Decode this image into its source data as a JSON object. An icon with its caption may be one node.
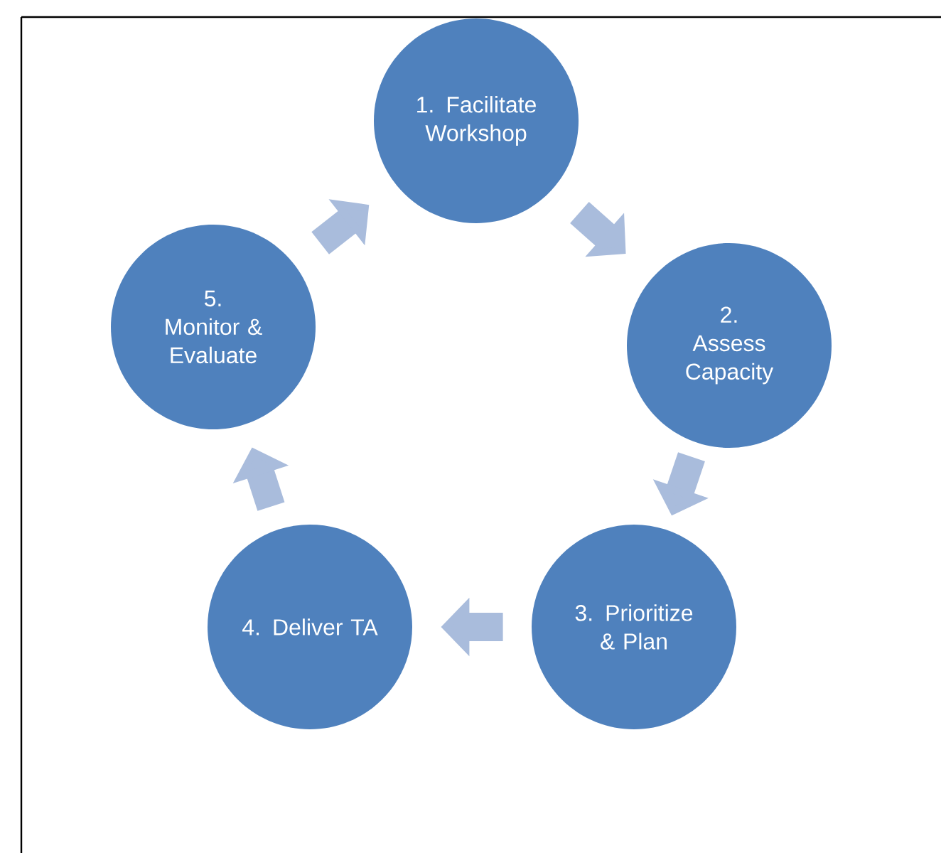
{
  "diagram": {
    "nodes": [
      {
        "text": [
          "1. Facilitate Workshop"
        ]
      },
      {
        "text": [
          "2. Assess Capacity"
        ]
      },
      {
        "text": [
          "3. Prioritize & Plan"
        ]
      },
      {
        "text": [
          "4. Deliver TA"
        ]
      },
      {
        "text": [
          "5. Monitor & Evaluate"
        ]
      }
    ],
    "edges": [
      {
        "from": 0,
        "to": 1,
        "arrow": "to"
      },
      {
        "from": 1,
        "to": 2,
        "arrow": "to"
      },
      {
        "from": 2,
        "to": 3,
        "arrow": "to"
      },
      {
        "from": 3,
        "to": 4,
        "arrow": "to"
      },
      {
        "from": 4,
        "to": 0,
        "arrow": "to"
      }
    ]
  }
}
